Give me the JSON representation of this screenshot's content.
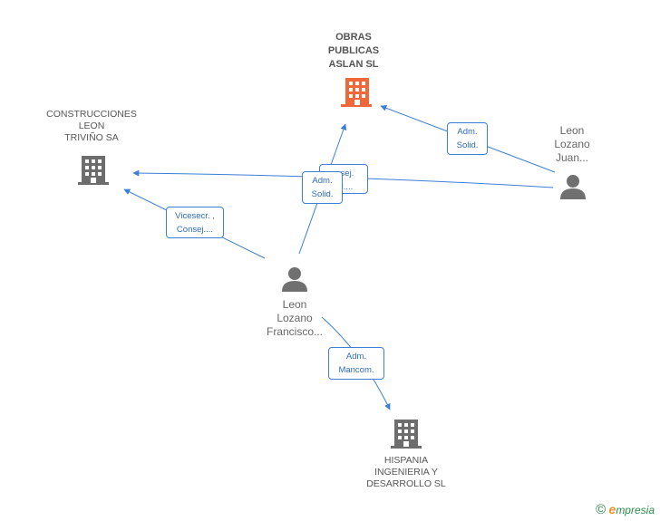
{
  "nodes": {
    "obras": {
      "label": "OBRAS\nPUBLICAS\nASLAN SL",
      "color": "#f0683a"
    },
    "construcciones": {
      "label": "CONSTRUCCIONES\nLEON\nTRIVIÑO SA",
      "color": "#6d6d6d"
    },
    "hispania": {
      "label": "HISPANIA\nINGENIERIA Y\nDESARROLLO SL",
      "color": "#6d6d6d"
    },
    "leon_juan": {
      "label": "Leon\nLozano\nJuan..."
    },
    "leon_francisco": {
      "label": "Leon\nLozano\nFrancisco..."
    }
  },
  "relations": {
    "juan_obras": "Adm.\nSolid.",
    "juan_construcciones": "...sej.\n...l....",
    "francisco_obras": "Adm.\nSolid.",
    "francisco_construcciones": "Vicesecr. ,\nConsej....",
    "francisco_hispania": "Adm.\nMancom."
  },
  "colors": {
    "edge": "#3d7fd6",
    "person": "#707070"
  },
  "branding": {
    "copyright": "©",
    "brand_initial": "e",
    "brand_rest": "mpresia"
  }
}
